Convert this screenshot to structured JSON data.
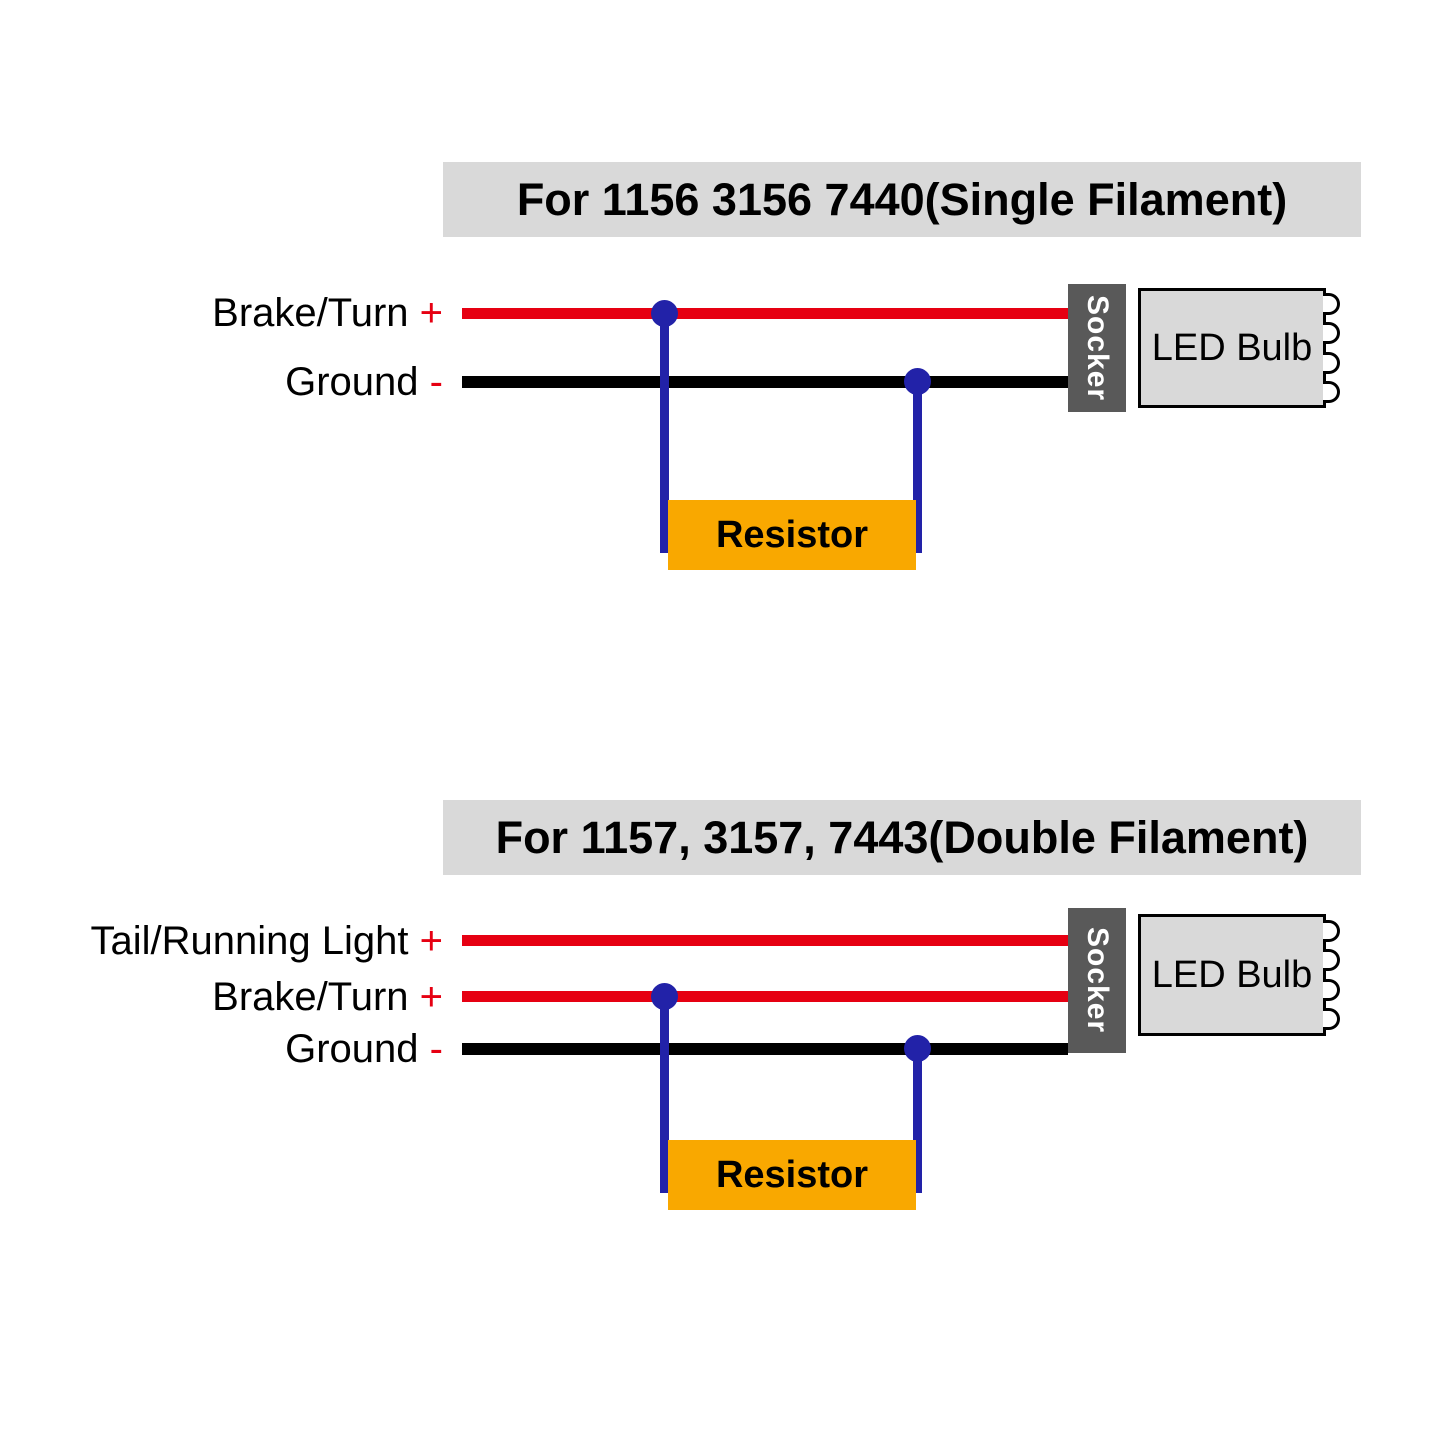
{
  "colors": {
    "wire_red": "#e60012",
    "wire_black": "#000000",
    "connector_blue": "#2222a8",
    "resistor_orange": "#f9a800",
    "title_bar_gray": "#d9d9d9",
    "socket_gray": "#595959",
    "bulb_fill_gray": "#d9d9d9",
    "polarity_sign_red": "#e60012"
  },
  "diagram_single": {
    "title": "For 1156 3156 7440(Single Filament)",
    "wire_labels": [
      {
        "text": "Brake/Turn",
        "sign": "+"
      },
      {
        "text": "Ground",
        "sign": "-"
      }
    ],
    "resistor_label": "Resistor",
    "socket_label": "Socker",
    "bulb_label": "LED Bulb"
  },
  "diagram_double": {
    "title": "For 1157, 3157, 7443(Double Filament)",
    "wire_labels": [
      {
        "text": "Tail/Running Light",
        "sign": "+"
      },
      {
        "text": "Brake/Turn",
        "sign": "+"
      },
      {
        "text": "Ground",
        "sign": "-"
      }
    ],
    "resistor_label": "Resistor",
    "socket_label": "Socker",
    "bulb_label": "LED Bulb"
  }
}
